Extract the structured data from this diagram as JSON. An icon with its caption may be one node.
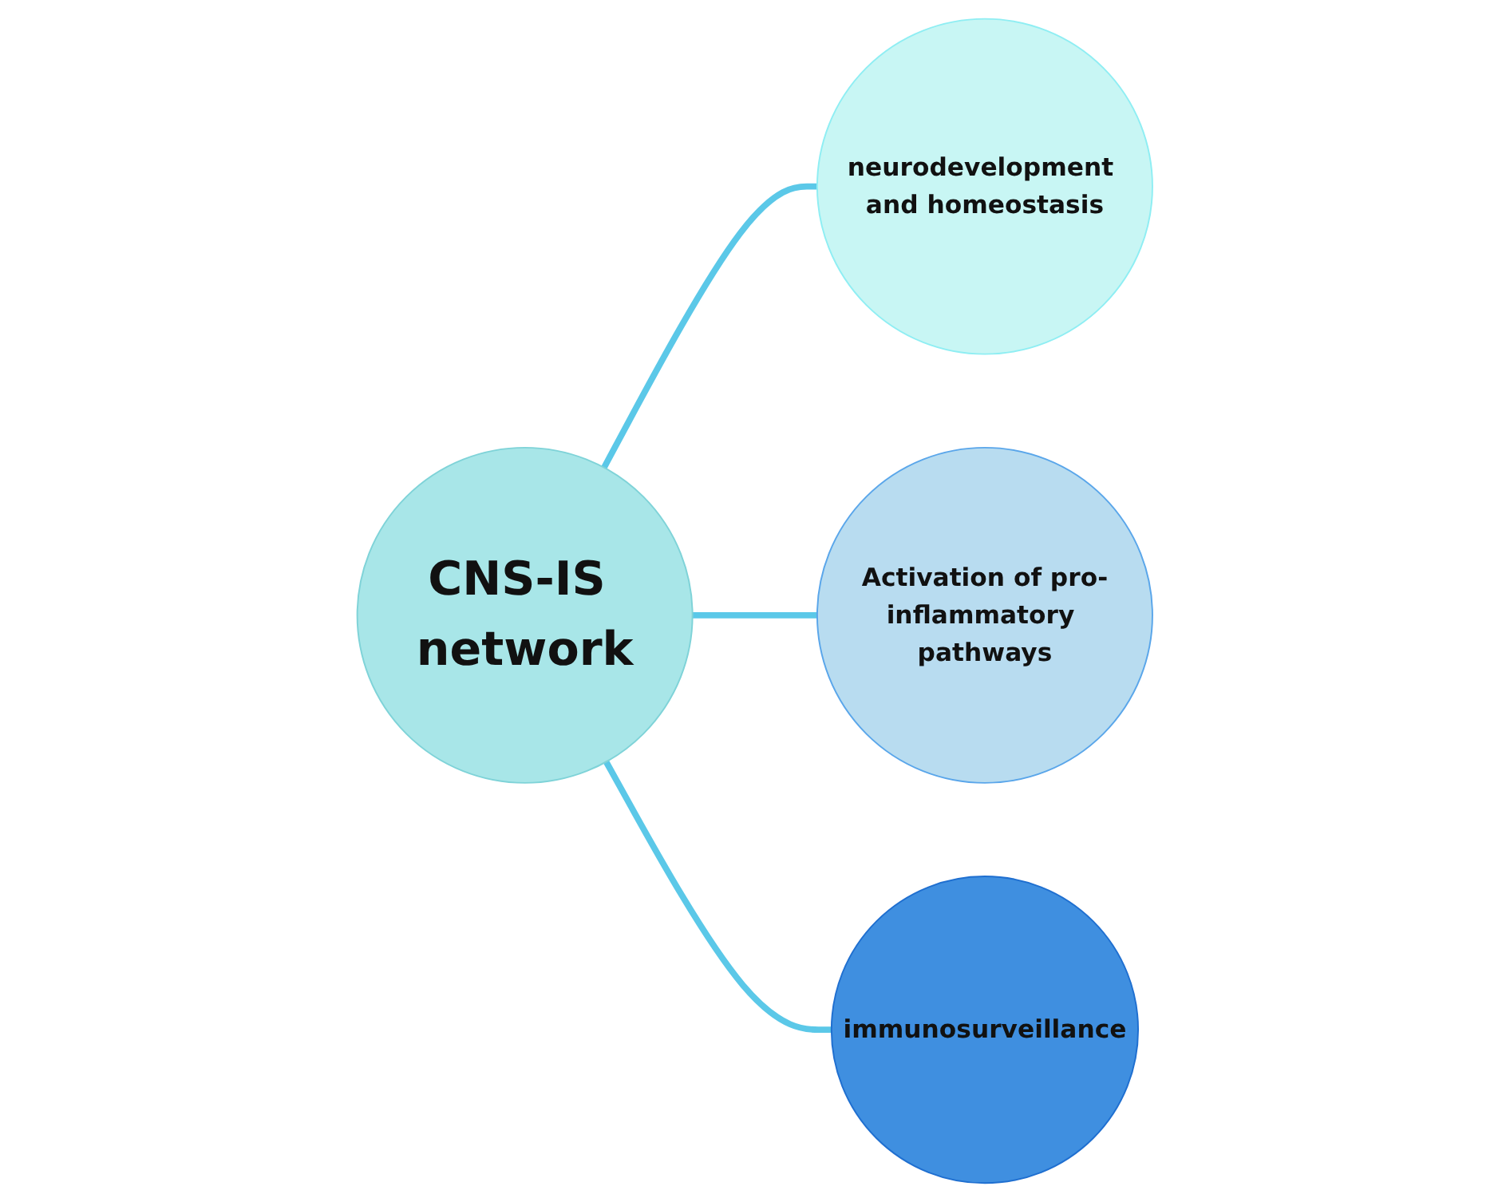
{
  "diagram": {
    "nodes": [
      {
        "text": [
          "CNS-IS network"
        ]
      },
      {
        "text": [
          "neurodevelopment and homeostasis"
        ]
      },
      {
        "text": [
          "Activation of pro-inflammatory pathways"
        ]
      },
      {
        "text": [
          "immunosurveillance"
        ]
      }
    ],
    "edges": [
      {
        "from": 0,
        "to": 1,
        "arrow": "none"
      },
      {
        "from": 0,
        "to": 2,
        "arrow": "none"
      },
      {
        "from": 0,
        "to": 3,
        "arrow": "none"
      }
    ]
  }
}
